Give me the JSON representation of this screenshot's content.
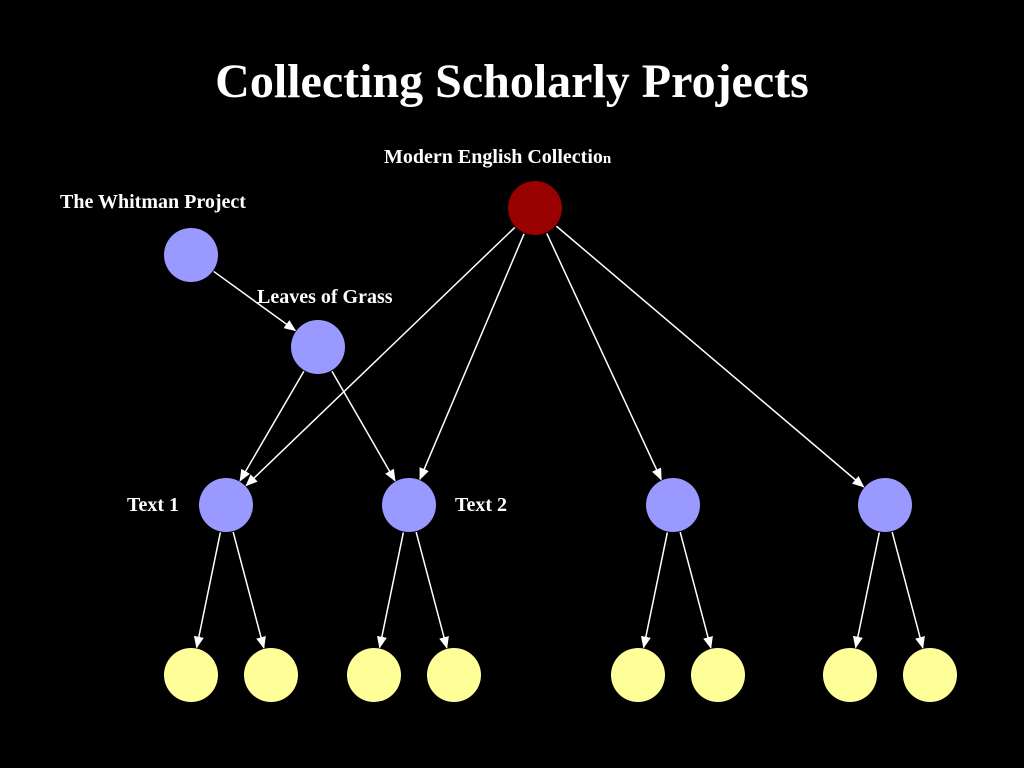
{
  "title": "Collecting Scholarly Projects",
  "labels": {
    "collection": "Modern English Collectio",
    "collection_tail": "n",
    "project": "The Whitman Project",
    "work": "Leaves of Grass",
    "text1": "Text 1",
    "text2": "Text 2"
  },
  "colors": {
    "background": "#000000",
    "collection_node": "#990000",
    "item_node": "#9999ff",
    "leaf_node": "#ffff99",
    "edge": "#ffffff"
  },
  "nodes": [
    {
      "id": "collection",
      "label": "Modern English Collection",
      "kind": "collection"
    },
    {
      "id": "whitman",
      "label": "The Whitman Project",
      "kind": "item"
    },
    {
      "id": "leaves",
      "label": "Leaves of Grass",
      "kind": "item"
    },
    {
      "id": "text1",
      "label": "Text 1",
      "kind": "item"
    },
    {
      "id": "text2",
      "label": "Text 2",
      "kind": "item"
    },
    {
      "id": "text3",
      "label": "",
      "kind": "item"
    },
    {
      "id": "text4",
      "label": "",
      "kind": "item"
    },
    {
      "id": "leaf1",
      "label": "",
      "kind": "leaf"
    },
    {
      "id": "leaf2",
      "label": "",
      "kind": "leaf"
    },
    {
      "id": "leaf3",
      "label": "",
      "kind": "leaf"
    },
    {
      "id": "leaf4",
      "label": "",
      "kind": "leaf"
    },
    {
      "id": "leaf5",
      "label": "",
      "kind": "leaf"
    },
    {
      "id": "leaf6",
      "label": "",
      "kind": "leaf"
    },
    {
      "id": "leaf7",
      "label": "",
      "kind": "leaf"
    },
    {
      "id": "leaf8",
      "label": "",
      "kind": "leaf"
    }
  ],
  "edges": [
    {
      "from": "whitman",
      "to": "leaves"
    },
    {
      "from": "leaves",
      "to": "text1"
    },
    {
      "from": "leaves",
      "to": "text2"
    },
    {
      "from": "collection",
      "to": "text1"
    },
    {
      "from": "collection",
      "to": "text2"
    },
    {
      "from": "collection",
      "to": "text3"
    },
    {
      "from": "collection",
      "to": "text4"
    },
    {
      "from": "text1",
      "to": "leaf1"
    },
    {
      "from": "text1",
      "to": "leaf2"
    },
    {
      "from": "text2",
      "to": "leaf3"
    },
    {
      "from": "text2",
      "to": "leaf4"
    },
    {
      "from": "text3",
      "to": "leaf5"
    },
    {
      "from": "text3",
      "to": "leaf6"
    },
    {
      "from": "text4",
      "to": "leaf7"
    },
    {
      "from": "text4",
      "to": "leaf8"
    }
  ]
}
